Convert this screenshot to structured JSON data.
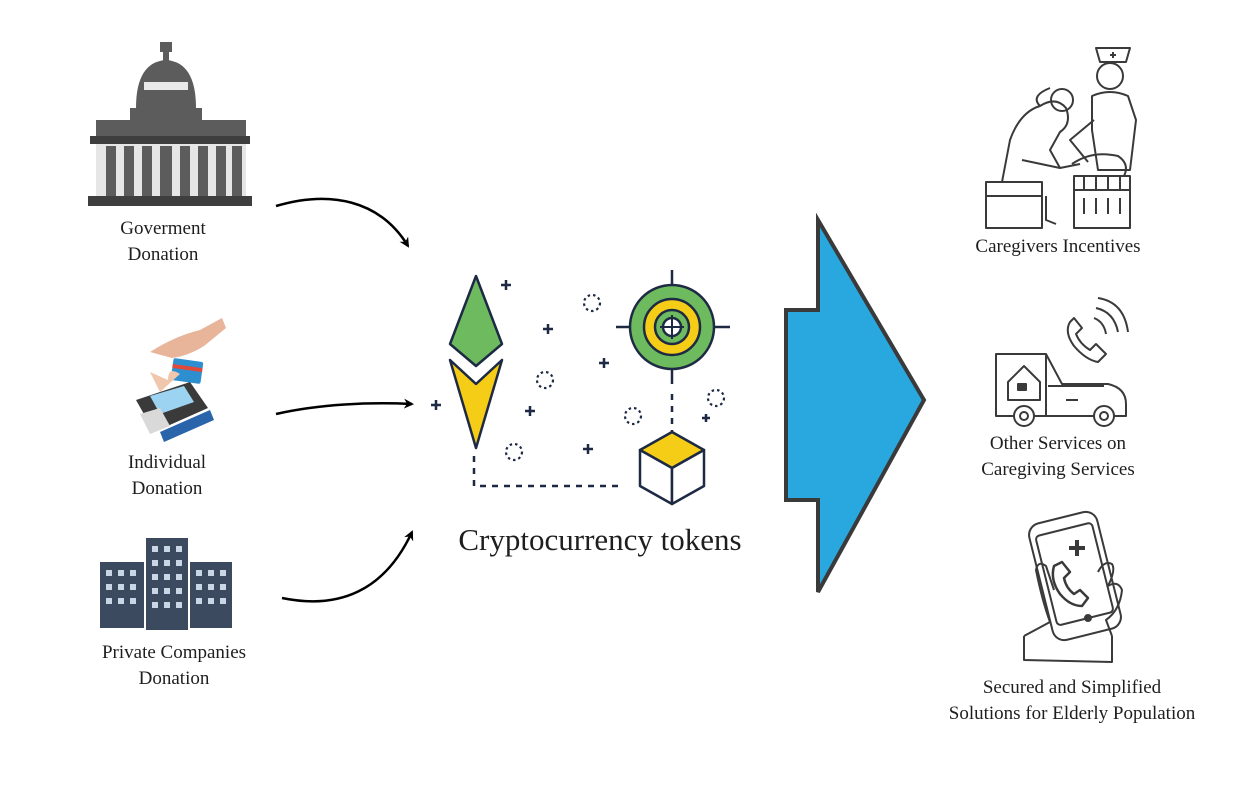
{
  "sources": [
    {
      "id": "government",
      "line1": "Goverment",
      "line2": "Donation",
      "icon": "capitol-building-icon"
    },
    {
      "id": "individual",
      "line1": "Individual",
      "line2": "Donation",
      "icon": "card-payment-terminal-icon"
    },
    {
      "id": "private",
      "line1": "Private Companies",
      "line2": "Donation",
      "icon": "office-buildings-icon"
    }
  ],
  "center": {
    "label": "Cryptocurrency tokens",
    "icon": "crypto-token-network-icon"
  },
  "outcomes": [
    {
      "id": "caregivers",
      "line1": "Caregivers Incentives",
      "line2": "",
      "icon": "nurse-patient-icon"
    },
    {
      "id": "services",
      "line1": "Other Services on",
      "line2": "Caregiving Services",
      "icon": "home-van-phone-icon"
    },
    {
      "id": "solutions",
      "line1": "Secured and Simplified",
      "line2": "Solutions for Elderly Population",
      "icon": "hand-phone-medical-icon"
    }
  ],
  "colors": {
    "green": "#6dbb5e",
    "yellow": "#f5cd17",
    "navy": "#1e2a44",
    "arrow_blue": "#29a8df",
    "arrow_outline": "#3a3a3a",
    "building_gray": "#5c5c5c",
    "office_blue": "#3c4a60"
  }
}
